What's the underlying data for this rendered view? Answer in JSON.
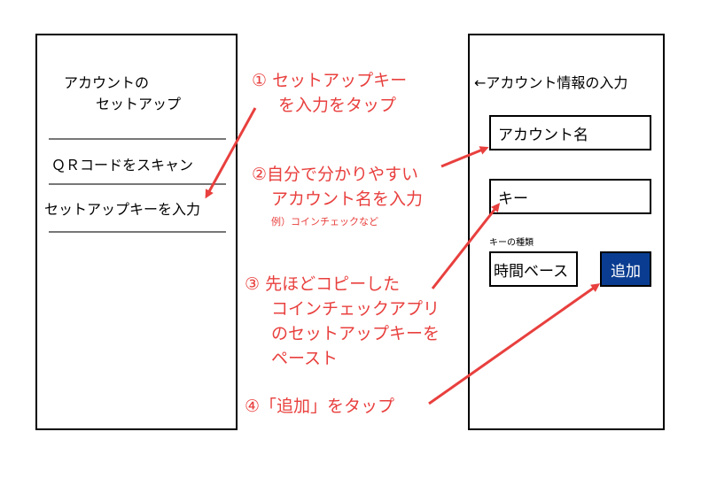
{
  "left_screen": {
    "title_line1": "アカウントの",
    "title_line2": "セットアップ",
    "menu_qr": "ＱＲコードをスキャン",
    "menu_setup_key": "セットアップキーを入力"
  },
  "right_screen": {
    "header": "←アカウント情報の入力",
    "account_name_field": "アカウント名",
    "key_field": "キー",
    "key_type_label": "キーの種類",
    "key_type_value": "時間ベース",
    "add_button": "追加"
  },
  "instructions": {
    "step1_line1": "① セットアップキー",
    "step1_line2": "を入力をタップ",
    "step2_line1": "②自分で分かりやすい",
    "step2_line2": "アカウント名を入力",
    "step2_example": "例）コインチェックなど",
    "step3_line1": "③ 先ほどコピーした",
    "step3_line2": "コインチェックアプリ",
    "step3_line3": "のセットアップキーを",
    "step3_line4": "ペースト",
    "step4": "④「追加」をタップ"
  },
  "colors": {
    "annotation": "#e8403e",
    "button": "#0a3d91"
  }
}
